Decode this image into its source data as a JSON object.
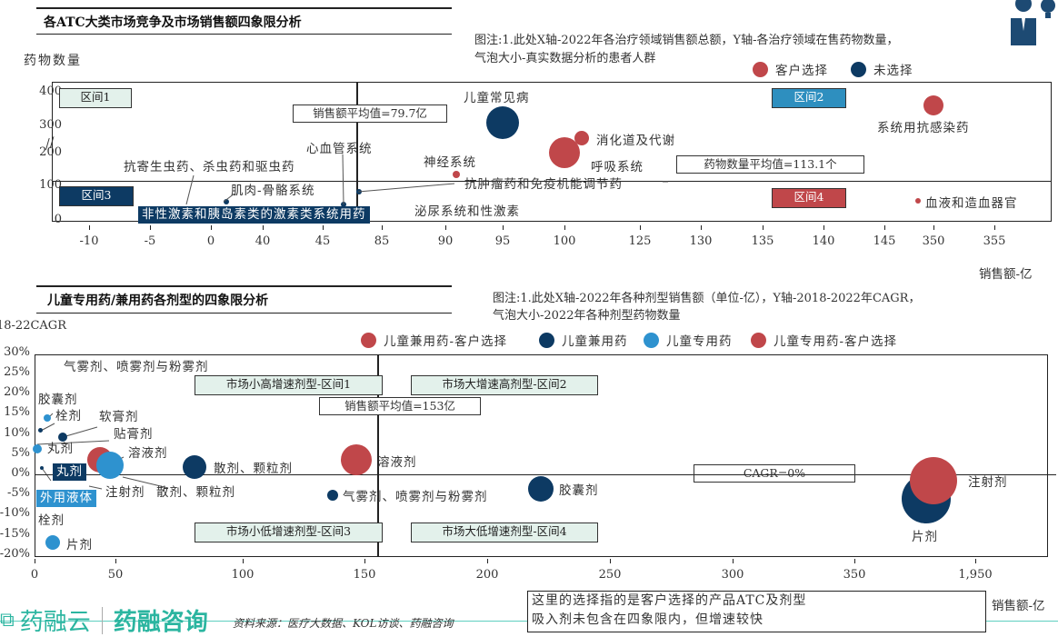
{
  "colors": {
    "navy": "#0d3a63",
    "red": "#c0474a",
    "lightblue": "#2e92cf",
    "mint": "#e3f1eb",
    "teal": "#2bb5a0"
  },
  "chart_data": [
    {
      "type": "scatter",
      "title": "各ATC大类市场竞争及市场销售额四象限分析",
      "note_line1": "图注:1.此处X轴-2022年各治疗领域销售额总额，Y轴-各治疗领域在售药物数量，",
      "note_line2": "气泡大小-真实数据分析的患者人群",
      "ylabel": "药物数量",
      "xlabel": "销售额-亿",
      "x_ticks": [
        "-10",
        "-5",
        "0",
        "40",
        "45",
        "85",
        "90",
        "95",
        "100",
        "125",
        "130",
        "135",
        "140",
        "145",
        "350",
        "355"
      ],
      "x_tick_values": [
        -10,
        -5,
        0,
        40,
        45,
        85,
        90,
        95,
        100,
        125,
        130,
        135,
        140,
        145,
        350,
        355
      ],
      "y_ticks": [
        "0",
        "100",
        "200",
        "300",
        "400"
      ],
      "y_tick_values": [
        0,
        100,
        200,
        300,
        400
      ],
      "legend": [
        {
          "label": "客户选择",
          "color": "#c0474a"
        },
        {
          "label": "未选择",
          "color": "#0d3a63"
        }
      ],
      "quadrants": [
        "区间1",
        "区间2",
        "区间3",
        "区间4"
      ],
      "x_mean_label": "销售额平均值=79.7亿",
      "x_mean": 79.7,
      "y_mean_label": "药物数量平均值=113.1个",
      "y_mean": 113.1,
      "points": [
        {
          "label": "儿童常见病",
          "x": 95,
          "y": 311,
          "size": 18,
          "group": "未选择"
        },
        {
          "label": "消化道及代谢",
          "x": 101.4,
          "y": 246,
          "size": 8,
          "group": "客户选择"
        },
        {
          "label": "呼吸系统",
          "x": 100,
          "y": 203,
          "size": 17,
          "group": "客户选择"
        },
        {
          "label": "神经系统",
          "x": 90.9,
          "y": 135,
          "size": 4,
          "group": "客户选择"
        },
        {
          "label": "系统用抗感染药",
          "x": 350,
          "y": 362,
          "size": 11,
          "group": "客户选择"
        },
        {
          "label": "血液和造血器官",
          "x": 348.7,
          "y": 57,
          "size": 3,
          "group": "客户选择"
        },
        {
          "label": "抗肿瘤药和免疫机能调节药",
          "x": 83.1,
          "y": 84,
          "size": 3,
          "group": "未选择"
        },
        {
          "label": "心血管系统",
          "x": 46.7,
          "y": 49,
          "size": 3,
          "group": "未选择"
        },
        {
          "label": "肌肉-骨骼系统",
          "x": 37,
          "y": 54,
          "size": 3,
          "group": "未选择"
        },
        {
          "label": "抗寄生虫药、杀虫药和驱虫药",
          "x": null,
          "y": null,
          "size": 0,
          "group": "未选择"
        },
        {
          "label": "泌尿系统和性激素",
          "x": null,
          "y": null,
          "size": 0,
          "group": "未选择"
        },
        {
          "label": "非性激素和胰岛素类的激素类系统用药",
          "x": null,
          "y": null,
          "size": 0,
          "group": "未选择"
        }
      ]
    },
    {
      "type": "scatter",
      "title": "儿童专用药/兼用药各剂型的四象限分析",
      "note_line1": "图注:1.此处X轴-2022年各种剂型销售额（单位-亿），Y轴-2018-2022年CAGR，",
      "note_line2": "气泡大小-2022年各种剂型药物数量",
      "ylabel": "18-22CAGR",
      "xlabel": "销售额-亿",
      "x_ticks": [
        "0",
        "50",
        "100",
        "150",
        "200",
        "250",
        "300",
        "350",
        "1,950"
      ],
      "x_tick_values": [
        0,
        50,
        100,
        150,
        200,
        250,
        300,
        350,
        1950
      ],
      "y_ticks": [
        "30%",
        "25%",
        "20%",
        "15%",
        "10%",
        "5%",
        "0%",
        "-5%",
        "-10%",
        "-15%",
        "-20%"
      ],
      "y_tick_values": [
        30,
        25,
        20,
        15,
        10,
        5,
        0,
        -5,
        -10,
        -15,
        -20
      ],
      "legend": [
        {
          "label": "儿童兼用药-客户选择",
          "color": "#c0474a"
        },
        {
          "label": "儿童兼用药",
          "color": "#0d3a63"
        },
        {
          "label": "儿童专用药",
          "color": "#2e92cf"
        },
        {
          "label": "儿童专用药-客户选择",
          "color": "#c0474a"
        }
      ],
      "quadrants": [
        "市场小高增速剂型-区间1",
        "市场大增速高剂型-区间2",
        "市场小低增速剂型-区间3",
        "市场大低增速剂型-区间4"
      ],
      "x_mean_label": "销售额平均值=153亿",
      "x_mean": 153,
      "y_mean_label": "CAGR=0%",
      "y_mean": 0,
      "points": [
        {
          "label": "胶囊剂",
          "x": 5.2,
          "y": 14,
          "size": 4,
          "group": "儿童专用药"
        },
        {
          "label": "栓剂",
          "x": 2.6,
          "y": 11,
          "size": 2.5,
          "group": "儿童兼用药"
        },
        {
          "label": "软膏剂",
          "x": 11.5,
          "y": 9.3,
          "size": 5,
          "group": "儿童兼用药"
        },
        {
          "label": "丸剂",
          "x": 1.1,
          "y": 6.4,
          "size": 5,
          "group": "儿童专用药"
        },
        {
          "label": "溶液剂",
          "x": 43.7,
          "y": 3.6,
          "size": 14,
          "group": "儿童专用药-客户选择"
        },
        {
          "label": "注射剂",
          "x": 47.8,
          "y": 2.3,
          "size": 15,
          "group": "儿童专用药"
        },
        {
          "label": "散剂、颗粒剂",
          "x": 80.3,
          "y": 1.8,
          "size": 13,
          "group": "儿童兼用药"
        },
        {
          "label": "溶液剂",
          "x": 146.5,
          "y": 3.6,
          "size": 17,
          "group": "儿童兼用药-客户选择"
        },
        {
          "label": "贴膏剂",
          "x": 3,
          "y": 1.6,
          "size": 2,
          "group": "儿童兼用药"
        },
        {
          "label": "气雾剂、喷雾剂与粉雾剂",
          "x": 137,
          "y": -5.2,
          "size": 6,
          "group": "儿童兼用药"
        },
        {
          "label": "片剂",
          "x": 7.4,
          "y": -17,
          "size": 8,
          "group": "儿童专用药"
        },
        {
          "label": "胶囊剂",
          "x": 221.9,
          "y": -3.6,
          "size": 14,
          "group": "儿童兼用药"
        },
        {
          "label": "片剂",
          "x": 1930,
          "y": -6,
          "size": 27,
          "group": "儿童兼用药"
        },
        {
          "label": "注射剂",
          "x": 1933,
          "y": -1.6,
          "size": 26,
          "group": "儿童兼用药-客户选择"
        }
      ],
      "extra_labels": [
        "气雾剂、喷雾剂与粉雾剂",
        "贴膏剂",
        "注射剂",
        "散剂、颗粒剂",
        "栓剂",
        "丸剂",
        "外用液体"
      ]
    }
  ],
  "bottom_note": {
    "line1": "这里的选择指的是客户选择的产品ATC及剂型",
    "line2": "吸入剂未包含在四象限内，但增速较快"
  },
  "footer": {
    "brand1": "药融云",
    "brand2": "药融咨询",
    "source": "资料来源：医疗大数据、KOL访谈、药融咨询"
  }
}
